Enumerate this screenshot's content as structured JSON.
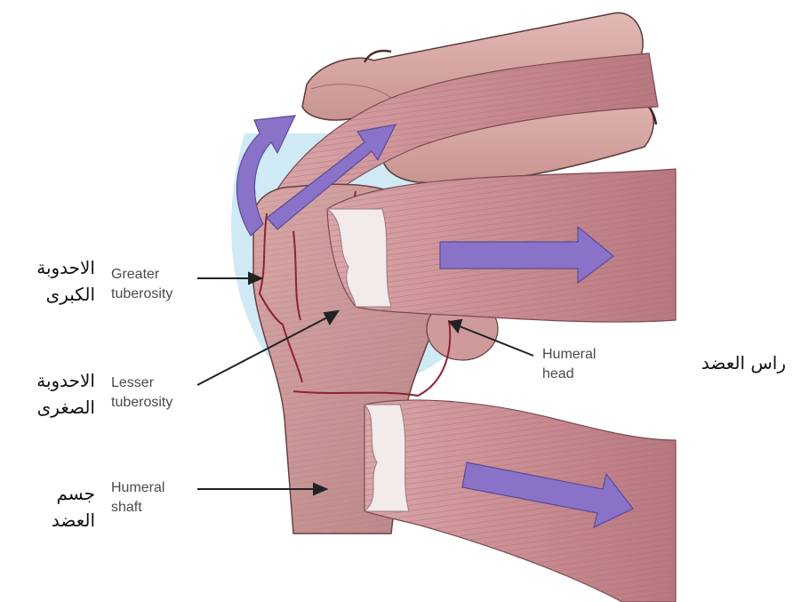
{
  "labels": {
    "greater_tuberosity": [
      "Greater",
      "tuberosity"
    ],
    "lesser_tuberosity": [
      "Lesser",
      "tuberosity"
    ],
    "humeral_shaft": [
      "Humeral",
      "shaft"
    ],
    "humeral_head": [
      "Humeral",
      "head"
    ]
  },
  "arabic": {
    "greater_tuberosity": [
      "الاحدوبة",
      "الكبرى"
    ],
    "lesser_tuberosity": [
      "الاحدوبة",
      "الصغرى"
    ],
    "humeral_shaft": [
      "جسم",
      "العضد"
    ],
    "humeral_head": "راس العضد"
  },
  "colors": {
    "muscle": "#c98d92",
    "muscle_dark": "#a9666e",
    "bone": "#cf9b9b",
    "fracture": "#8e2330",
    "arrow": "#8a72c9",
    "background_tint": "#bfe3f0",
    "pointer": "#222222"
  }
}
